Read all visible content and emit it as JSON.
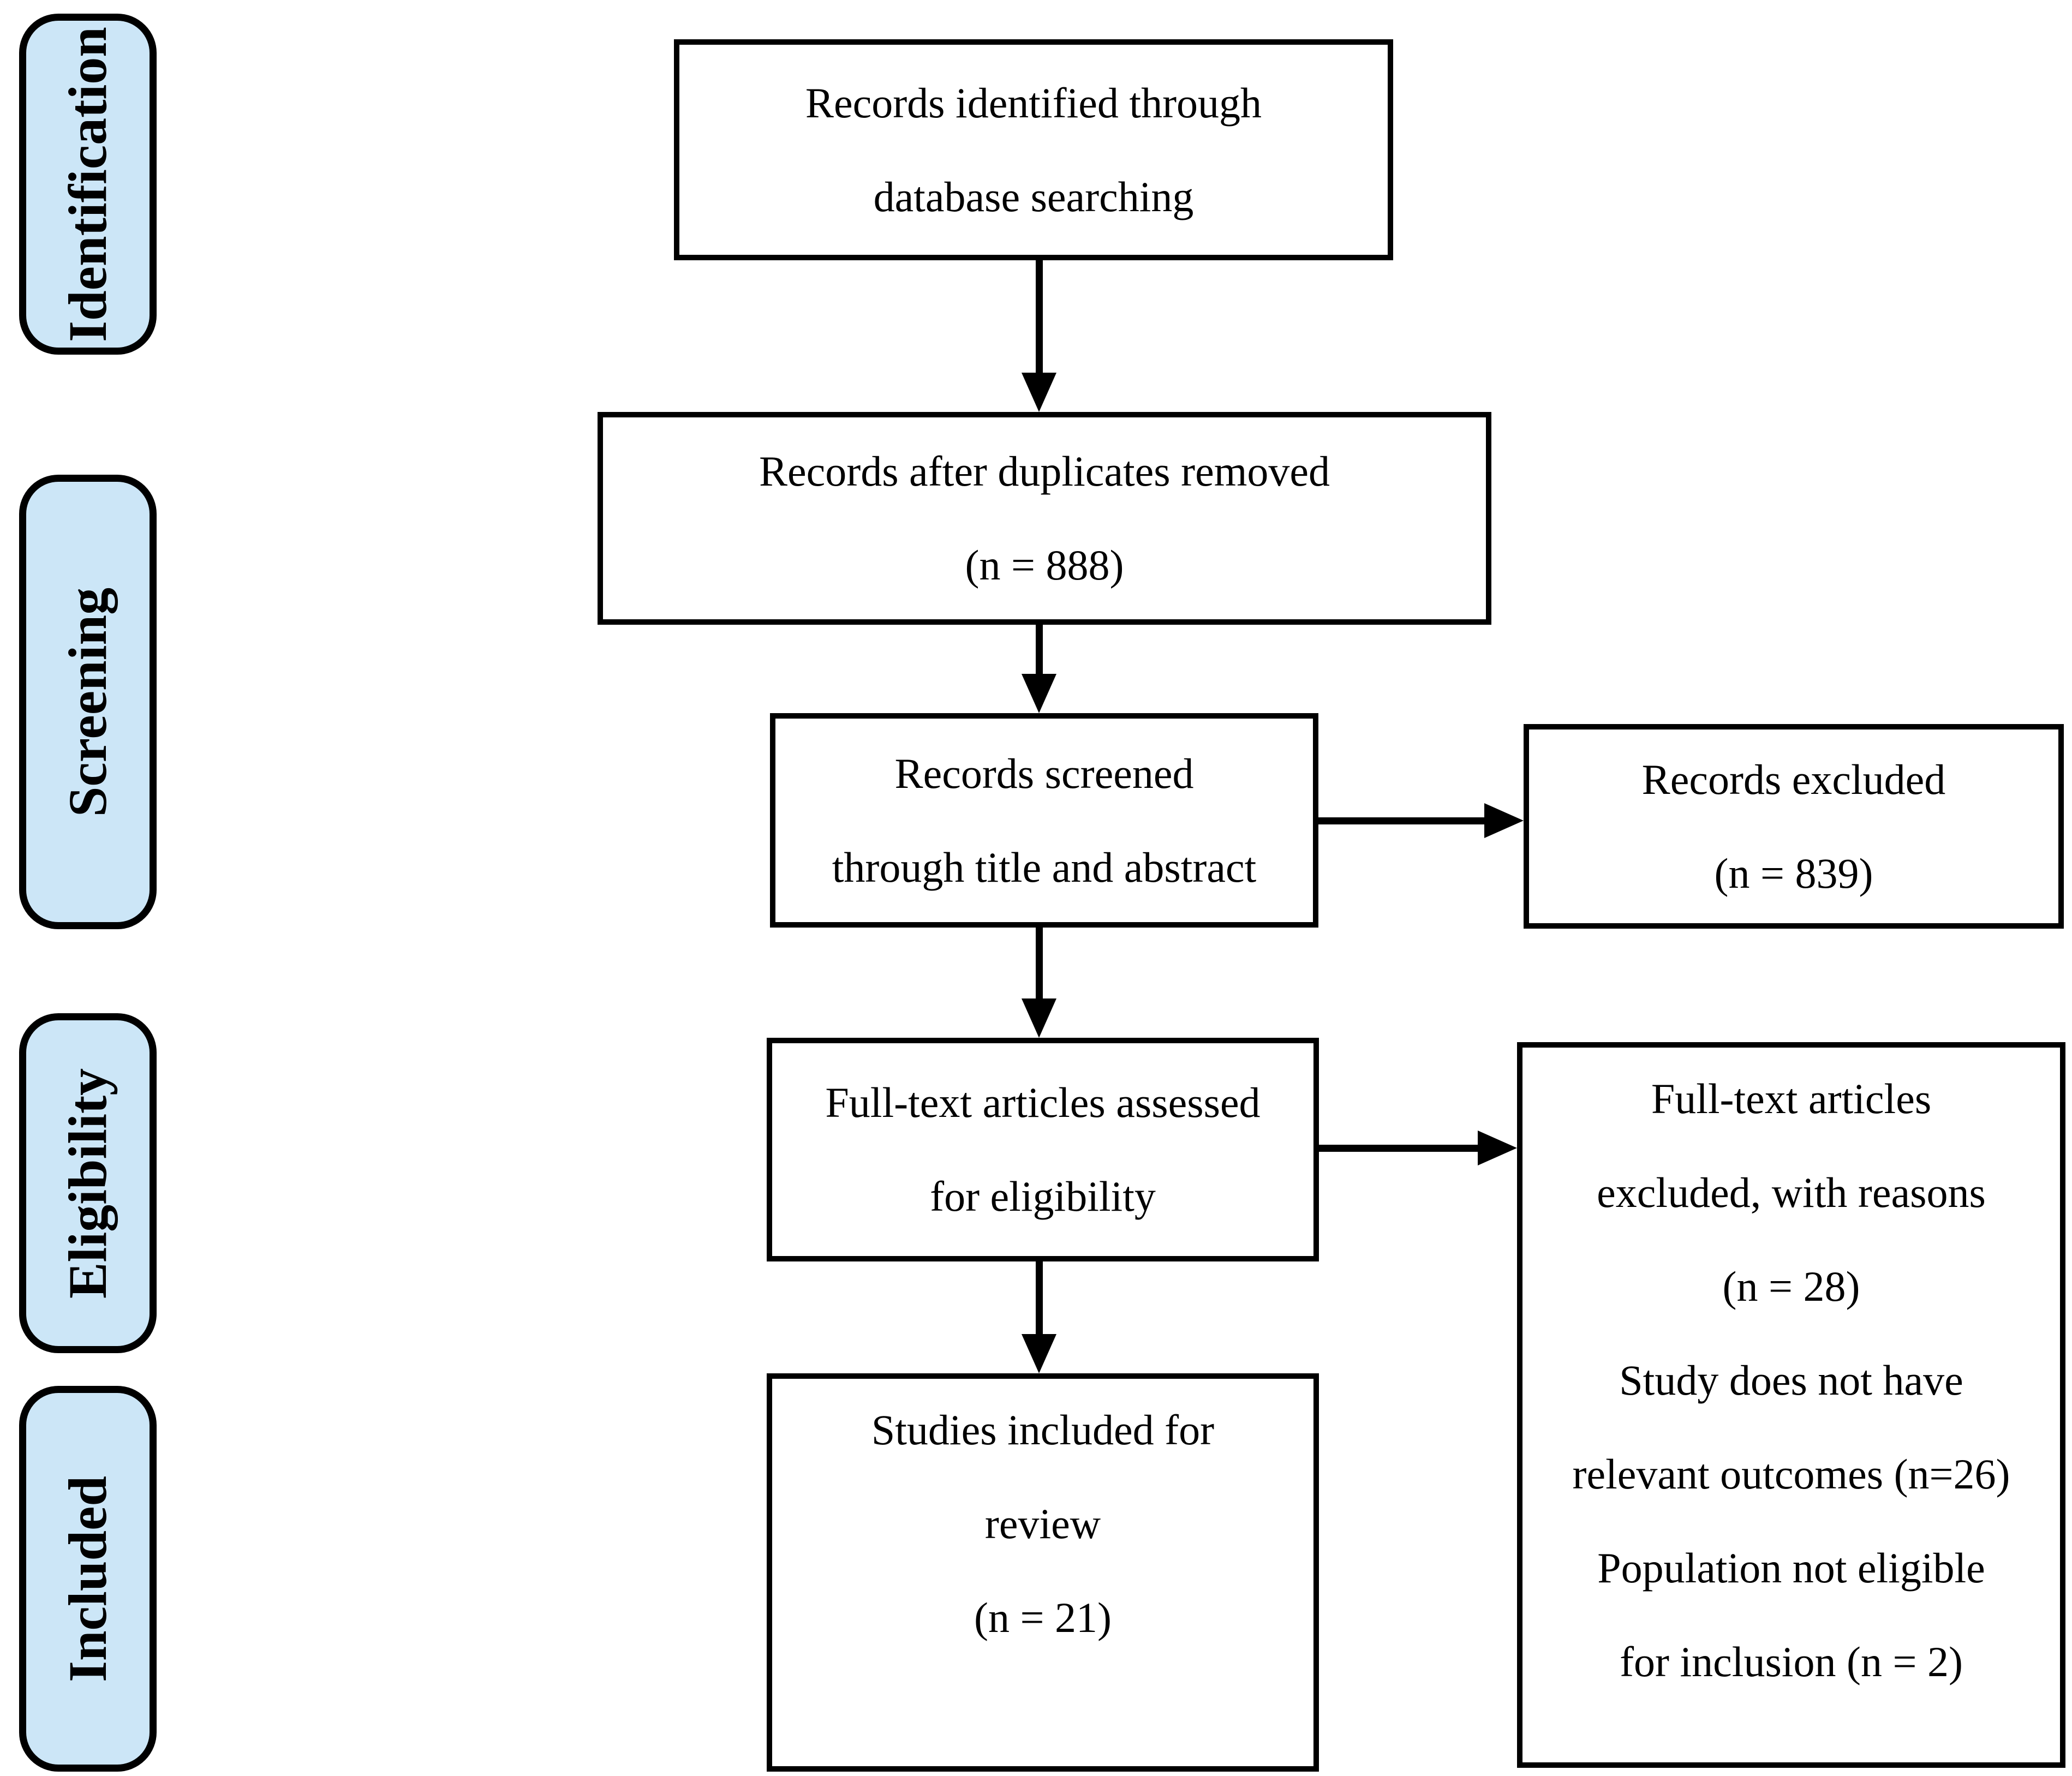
{
  "diagram": {
    "type": "prisma-flow",
    "colors": {
      "stage_fill": "#cce6f7",
      "box_fill": "#ffffff",
      "line": "#000000"
    },
    "stages": {
      "identification": "Identification",
      "screening": "Screening",
      "eligibility": "Eligibility",
      "included": "Included"
    },
    "boxes": {
      "identified": {
        "lines": [
          "Records identified through",
          "database searching"
        ]
      },
      "deduplicated": {
        "lines": [
          "Records after duplicates removed",
          "(n = 888)"
        ]
      },
      "screened": {
        "lines": [
          "Records screened",
          "through title and abstract"
        ]
      },
      "excluded": {
        "lines": [
          "Records excluded",
          "(n = 839)"
        ]
      },
      "fulltext": {
        "lines": [
          "Full-text articles assessed",
          "for eligibility"
        ]
      },
      "fulltext_excluded": {
        "lines": [
          "Full-text articles",
          "excluded, with reasons",
          "(n = 28)",
          "Study does not have",
          "relevant outcomes (n=26)",
          "Population not eligible",
          "for inclusion (n = 2)"
        ]
      },
      "included_studies": {
        "lines": [
          "Studies included for",
          "review",
          "(n = 21)"
        ]
      }
    }
  }
}
